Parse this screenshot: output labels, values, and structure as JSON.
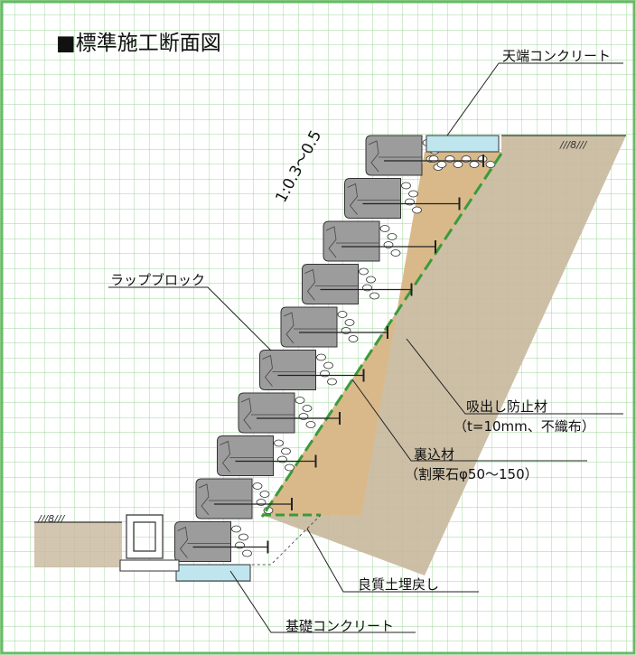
{
  "title": "■標準施工断面図",
  "slope_ratio": "1:0.3～0.5",
  "labels": {
    "top_concrete": "天端コンクリート",
    "wrap_block": "ラップブロック",
    "anti_suction_line1": "吸出し防止材",
    "anti_suction_line2": "（t=10mm、不織布）",
    "backfill_line1": "裏込材",
    "backfill_line2": "（割栗石φ50～150）",
    "good_soil": "良質土埋戻し",
    "base_concrete": "基礎コンクリート"
  },
  "ground_symbol": "///8///",
  "colors": {
    "grid_line": "#7ec87a",
    "border": "#66bb66",
    "earth": "#c8b89c",
    "backfill": "#d9b98a",
    "block_gray": "#9c9c9c",
    "concrete_blue": "#bfe6ee",
    "filter_dash": "#3a9b3a"
  }
}
